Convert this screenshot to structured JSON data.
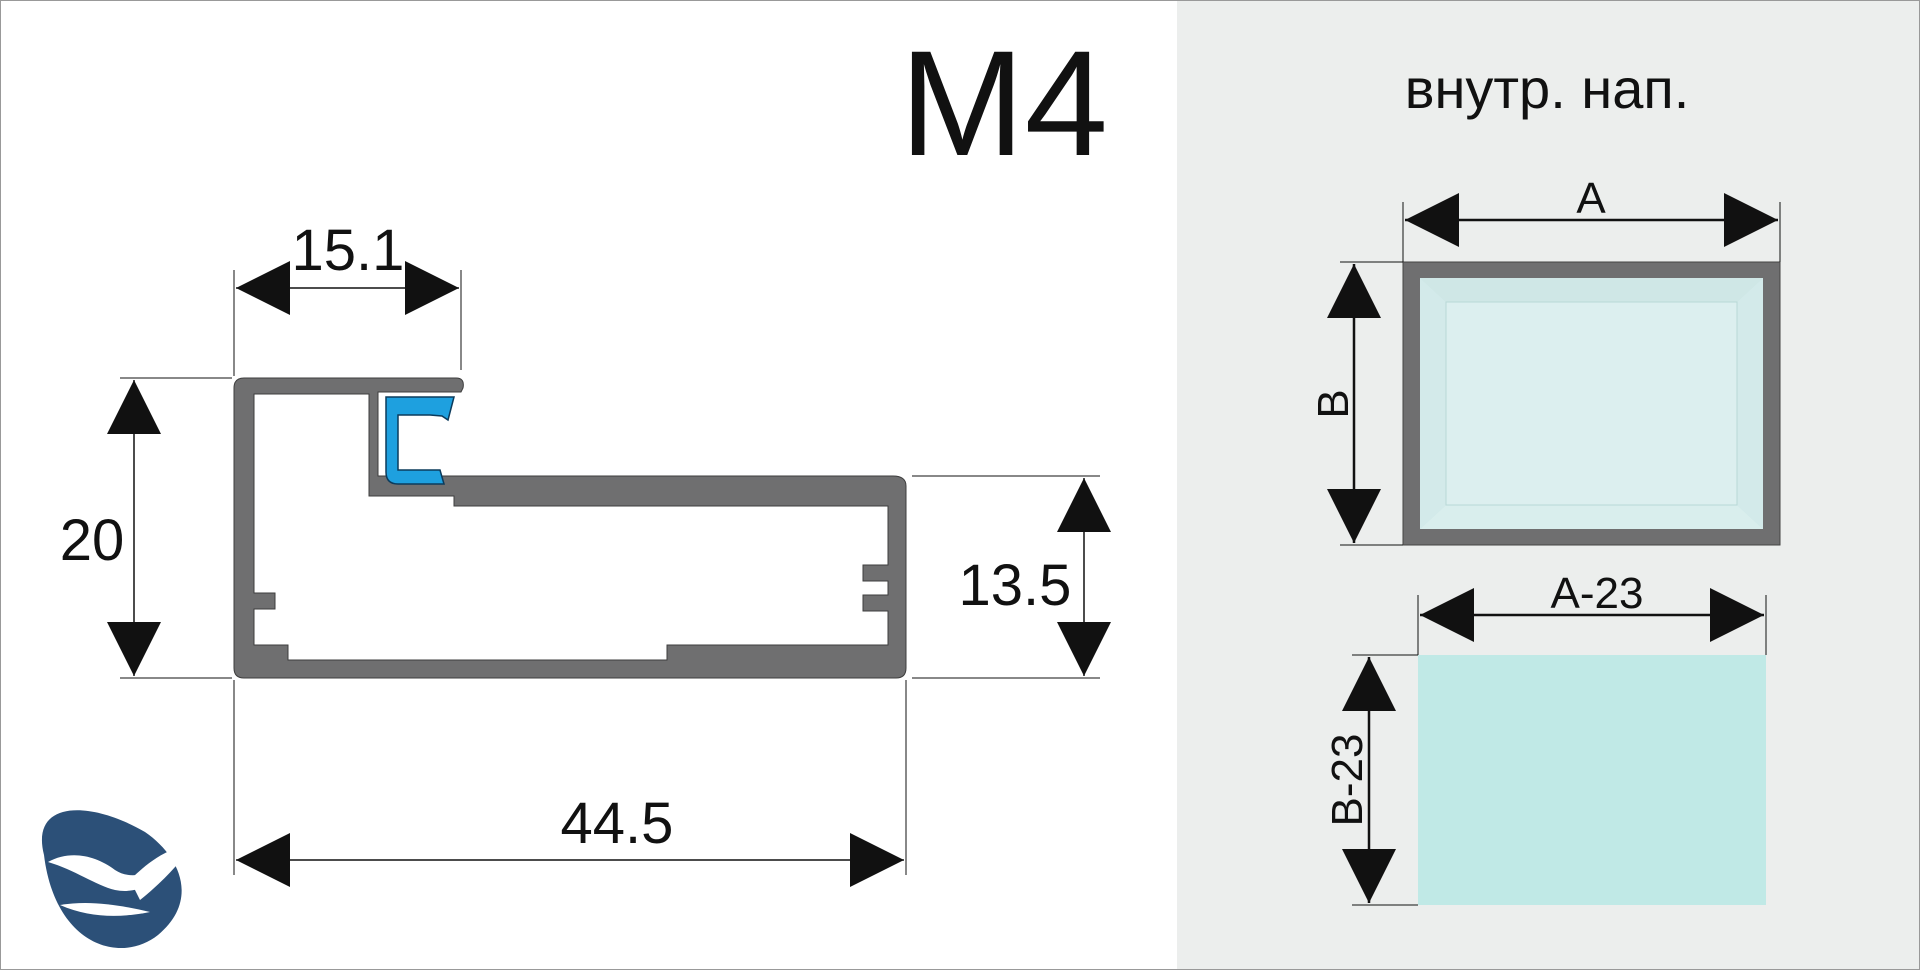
{
  "model": {
    "title": "M4"
  },
  "profile": {
    "dims": {
      "top_width": "15.1",
      "height": "20",
      "step_height": "13.5",
      "total_width": "44.5"
    }
  },
  "info_panel": {
    "caption": "внутр. нап.",
    "frame": {
      "width_label": "A",
      "height_label": "B"
    },
    "glass": {
      "width_label": "A-23",
      "height_label": "B-23"
    }
  },
  "colors": {
    "profile": "#6f6f70",
    "seal": "#1ea0df",
    "panel_bg": "#eceeed",
    "glass_inner": "#dcefef",
    "glass_fill": "#c0e9e6",
    "logo": "#2c5078",
    "dim_line": "#111111"
  }
}
